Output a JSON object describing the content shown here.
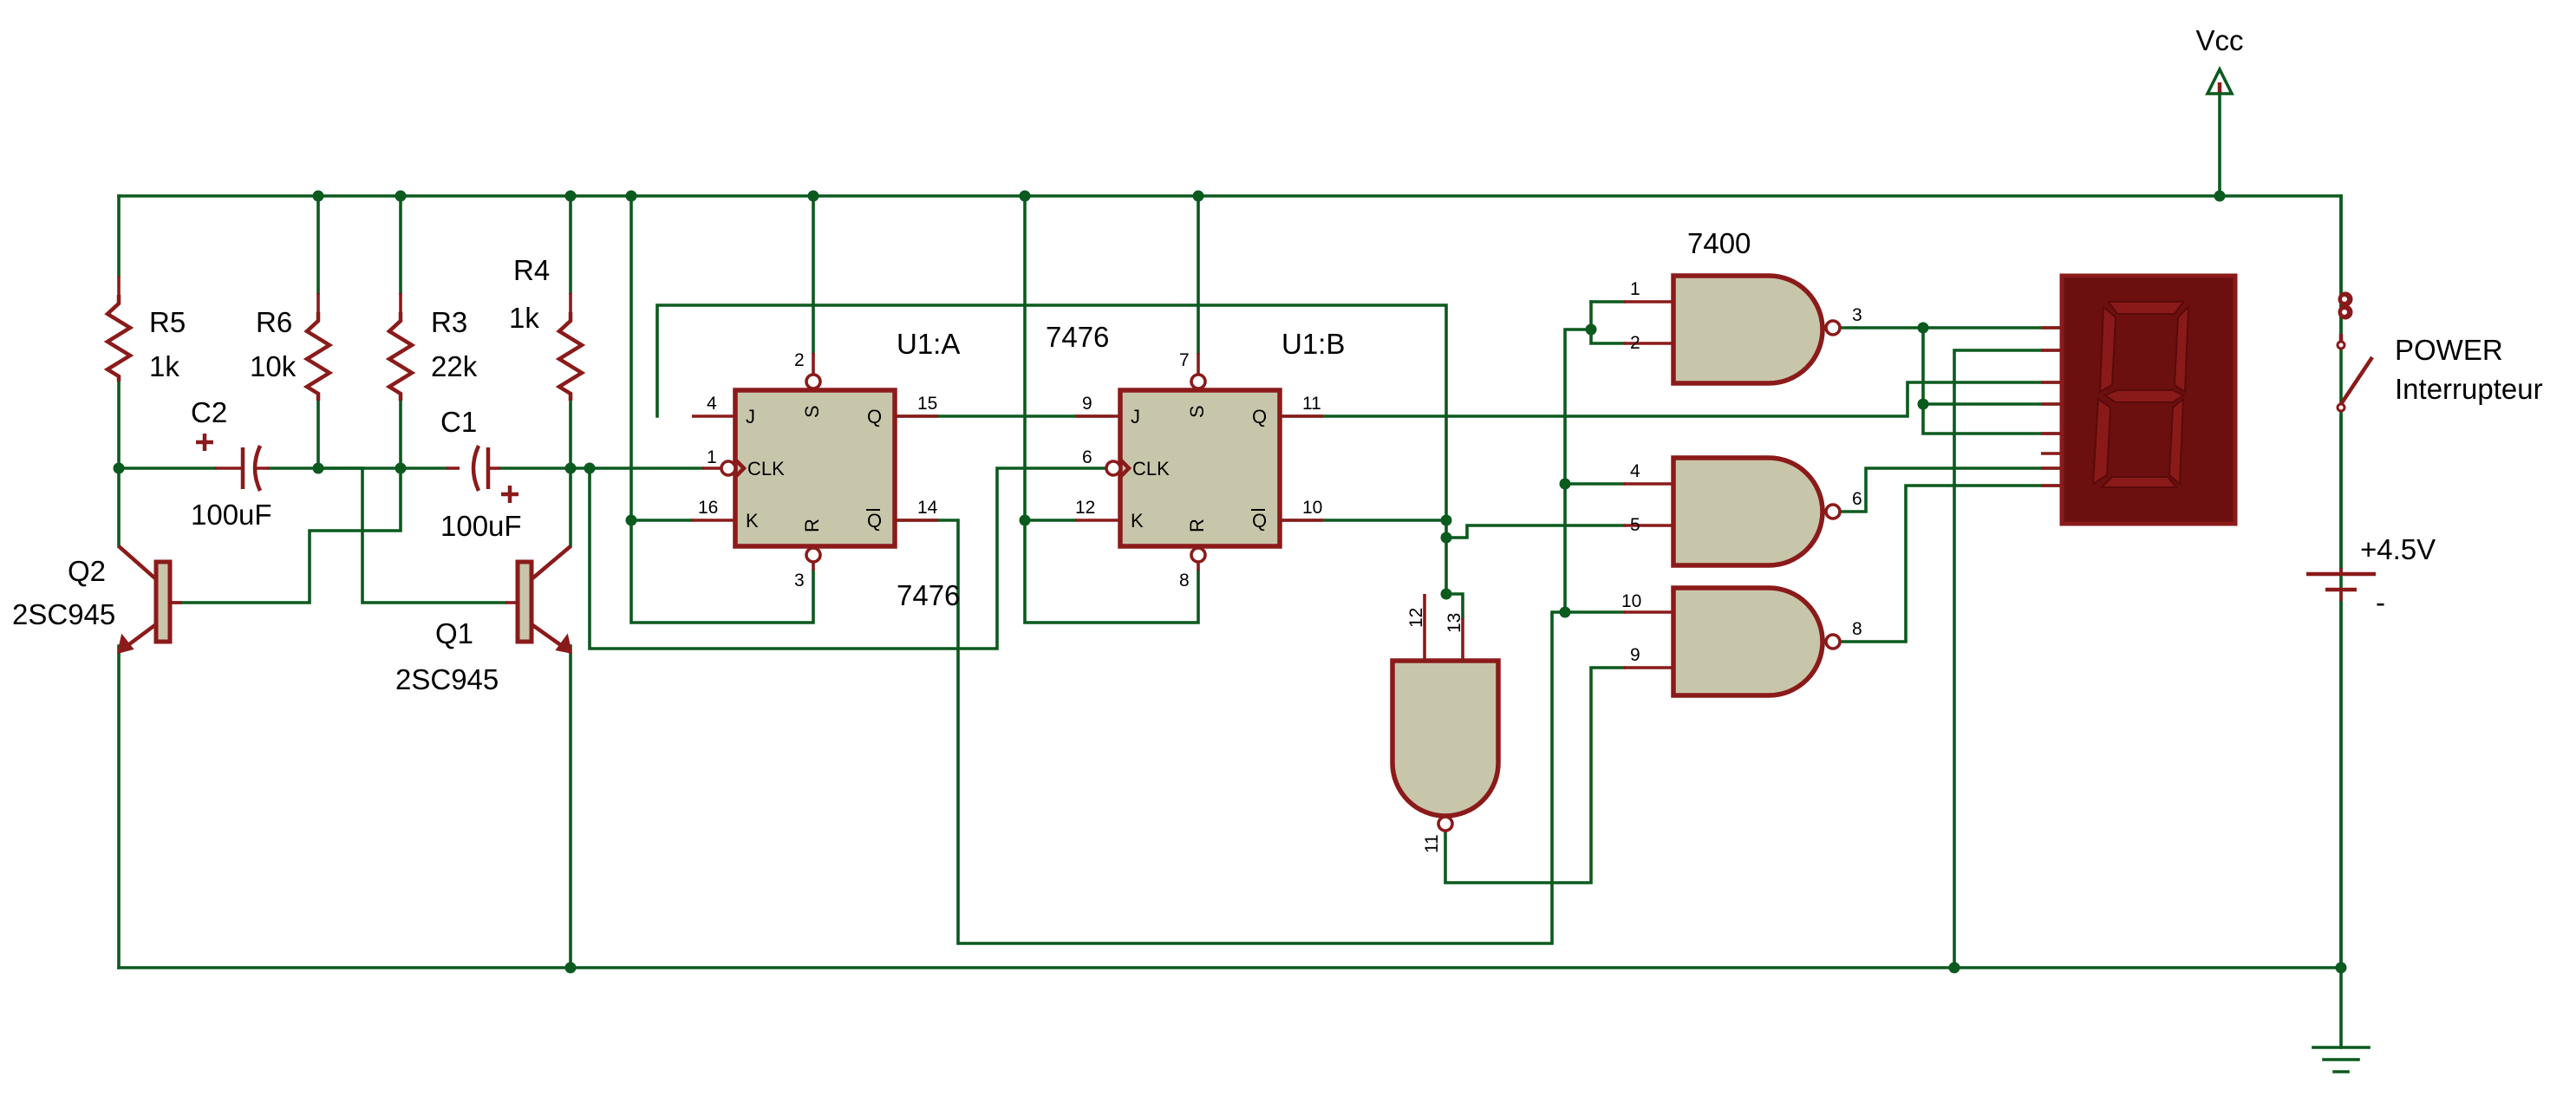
{
  "supply": {
    "vcc": "Vcc",
    "battery_voltage": "+4.5V",
    "battery_minus": "-"
  },
  "switch": {
    "name": "POWER",
    "type": "Interrupteur"
  },
  "transistors": [
    {
      "ref": "Q2",
      "part": "2SC945"
    },
    {
      "ref": "Q1",
      "part": "2SC945"
    }
  ],
  "resistors": [
    {
      "ref": "R5",
      "value": "1k"
    },
    {
      "ref": "R6",
      "value": "10k"
    },
    {
      "ref": "R3",
      "value": "22k"
    },
    {
      "ref": "R4",
      "value": "1k"
    }
  ],
  "capacitors": [
    {
      "ref": "C2",
      "value": "100uF"
    },
    {
      "ref": "C1",
      "value": "100uF"
    }
  ],
  "flipflops": [
    {
      "ref": "U1:A",
      "part": "7476",
      "pins": {
        "j": "4",
        "clk": "1",
        "k": "16",
        "q": "15",
        "qbar": "14",
        "s": "2",
        "r": "3"
      }
    },
    {
      "ref": "U1:B",
      "part": "7476",
      "pins": {
        "j": "9",
        "clk": "6",
        "k": "12",
        "q": "11",
        "qbar": "10",
        "s": "7",
        "r": "8"
      }
    }
  ],
  "pin_labels": {
    "j": "J",
    "k": "K",
    "q": "Q",
    "qbar": "Q",
    "s": "S",
    "r": "R",
    "clk": "CLK"
  },
  "nand": {
    "part": "7400",
    "gates": [
      {
        "in1": "1",
        "in2": "2",
        "out": "3"
      },
      {
        "in1": "4",
        "in2": "5",
        "out": "6"
      },
      {
        "in1": "10",
        "in2": "9",
        "out": "8"
      },
      {
        "in1": "12",
        "in2": "13",
        "out": "11"
      }
    ]
  },
  "colors": {
    "wire": "#0b5a1e",
    "component_outline": "#8b1a1a",
    "ic_body": "#c8c6aa",
    "display_body": "#6b0f0f",
    "display_segment": "#8a1a1a"
  }
}
